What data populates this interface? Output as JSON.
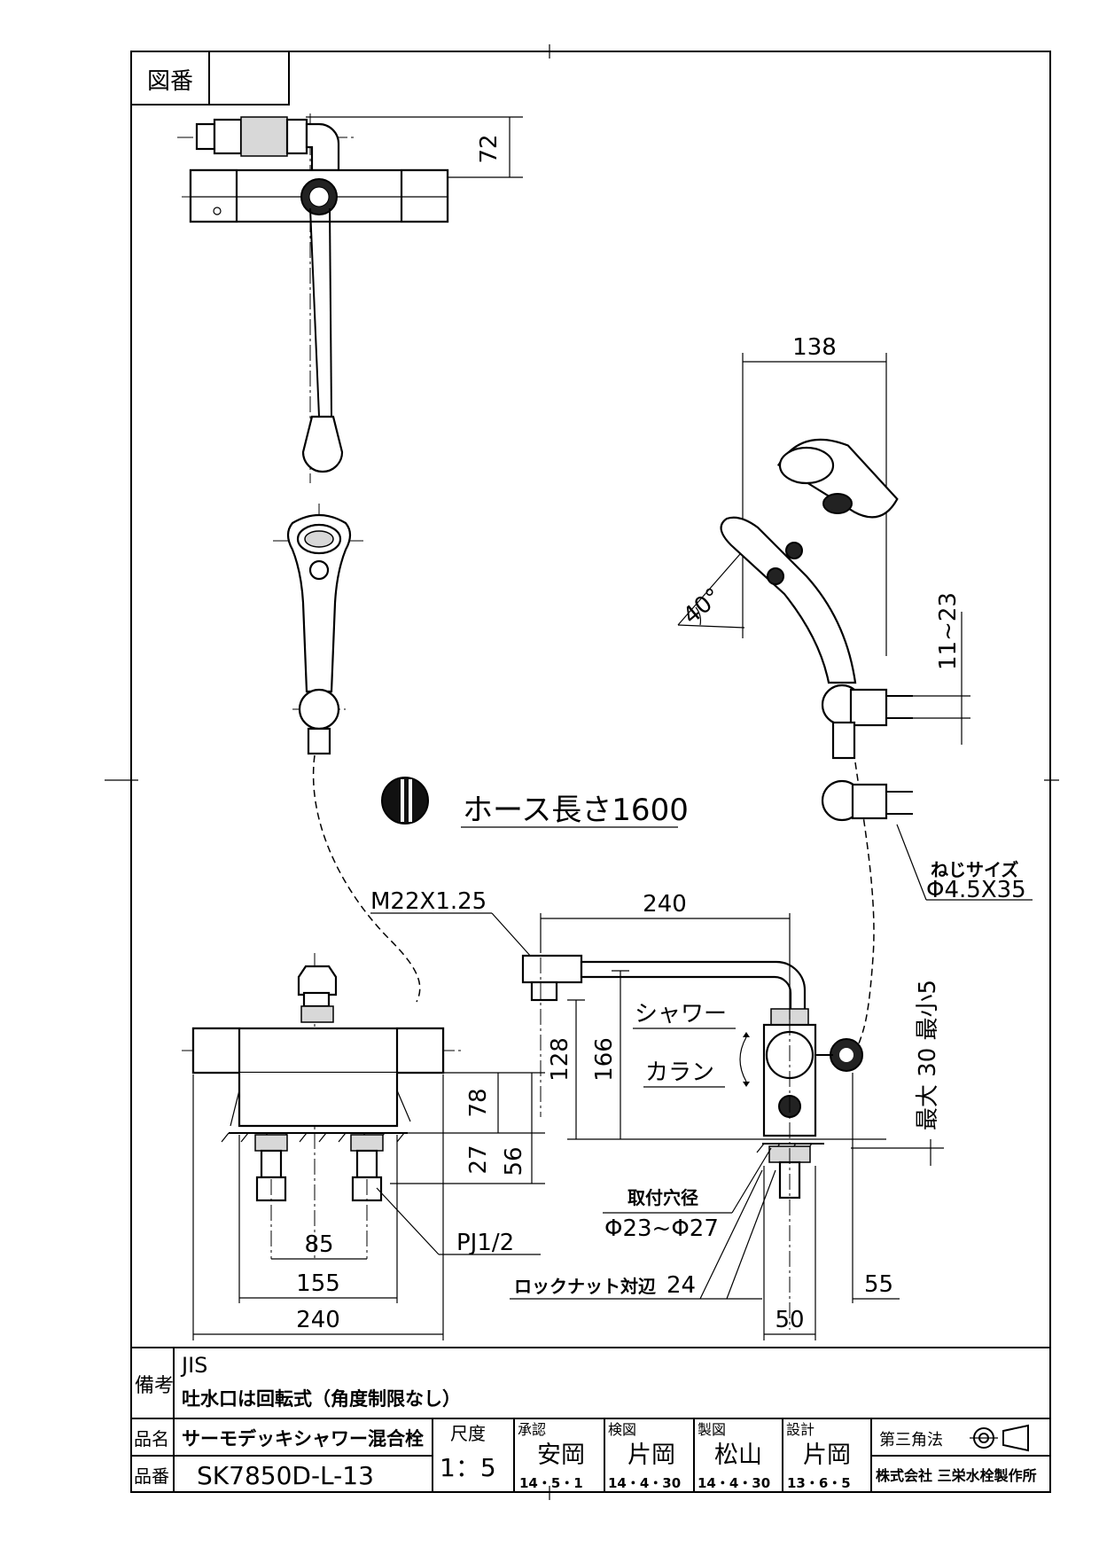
{
  "header": {
    "zuban_label": "図番"
  },
  "hose": {
    "label": "ホース長さ1600"
  },
  "dimensions": {
    "d72": "72",
    "d138": "138",
    "angle": "40°",
    "d11_23": "11~23",
    "screw_label": "ねじサイズ",
    "screw_value": "Φ4.5X35",
    "thread": "M22X1.25",
    "d240_top": "240",
    "shower": "シャワー",
    "karan": "カラン",
    "d128": "128",
    "d166": "166",
    "d78": "78",
    "d27": "27",
    "d56": "56",
    "max": "最大 30 最小5",
    "hole_label": "取付穴径",
    "hole_value": "Φ23~Φ27",
    "pj": "PJ1/2",
    "d85": "85",
    "d155": "155",
    "d240_bottom": "240",
    "locknut": "ロックナット対辺",
    "locknut_value": "24",
    "d55": "55",
    "d50": "50"
  },
  "notes": {
    "label": "備考",
    "line1": "JIS",
    "line2": "吐水口は回転式（角度制限なし）"
  },
  "title_block": {
    "product_name_label": "品名",
    "product_name": "サーモデッキシャワー混合栓",
    "part_no_label": "品番",
    "part_no": "SK7850D-L-13",
    "scale_label": "尺度",
    "scale": "1：5",
    "approved_label": "承認",
    "approved_name": "安岡",
    "approved_date": "14・5・1",
    "checked_label": "検図",
    "checked_name": "片岡",
    "checked_date": "14・4・30",
    "drawn_label": "製図",
    "drawn_name": "松山",
    "drawn_date": "14・4・30",
    "design_label": "設計",
    "design_name": "片岡",
    "design_date": "13・6・5",
    "projection": "第三角法",
    "company": "株式会社 三栄水栓製作所"
  }
}
